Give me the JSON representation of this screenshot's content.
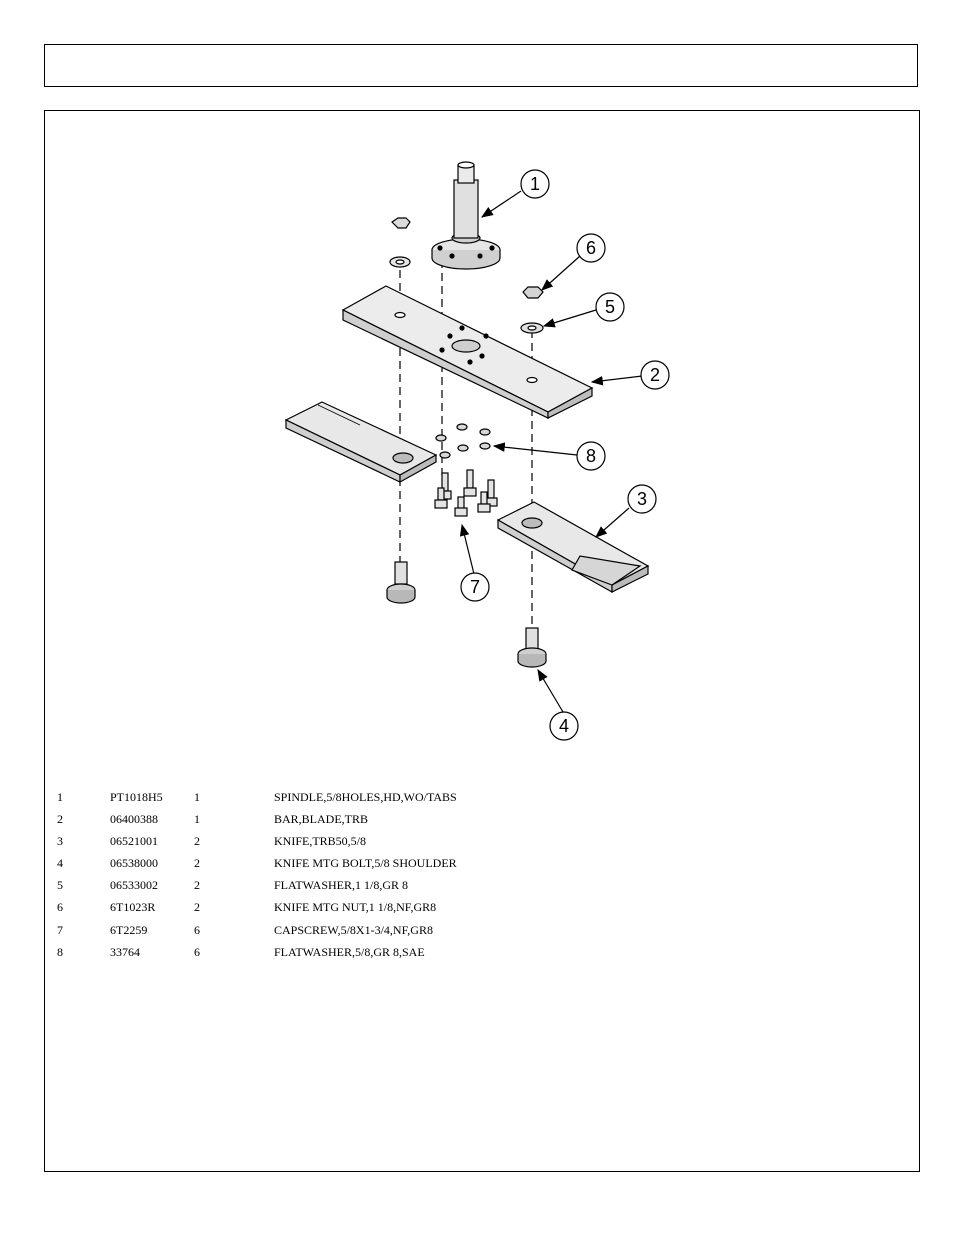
{
  "header": {
    "title": ""
  },
  "diagram": {
    "callouts": [
      "1",
      "2",
      "3",
      "4",
      "5",
      "6",
      "7",
      "8"
    ]
  },
  "parts": [
    {
      "item": "1",
      "part_no": "PT1018H5",
      "qty": "1",
      "description": "SPINDLE,5/8HOLES,HD,WO/TABS"
    },
    {
      "item": "2",
      "part_no": "06400388",
      "qty": "1",
      "description": "BAR,BLADE,TRB"
    },
    {
      "item": "3",
      "part_no": "06521001",
      "qty": "2",
      "description": "KNIFE,TRB50,5/8"
    },
    {
      "item": "4",
      "part_no": "06538000",
      "qty": "2",
      "description": "KNIFE MTG BOLT,5/8 SHOULDER"
    },
    {
      "item": "5",
      "part_no": "06533002",
      "qty": "2",
      "description": "FLATWASHER,1 1/8,GR 8"
    },
    {
      "item": "6",
      "part_no": "6T1023R",
      "qty": "2",
      "description": "KNIFE MTG NUT,1 1/8,NF,GR8"
    },
    {
      "item": "7",
      "part_no": "6T2259",
      "qty": "6",
      "description": "CAPSCREW,5/8X1-3/4,NF,GR8"
    },
    {
      "item": "8",
      "part_no": "33764",
      "qty": "6",
      "description": "FLATWASHER,5/8,GR 8,SAE"
    }
  ]
}
